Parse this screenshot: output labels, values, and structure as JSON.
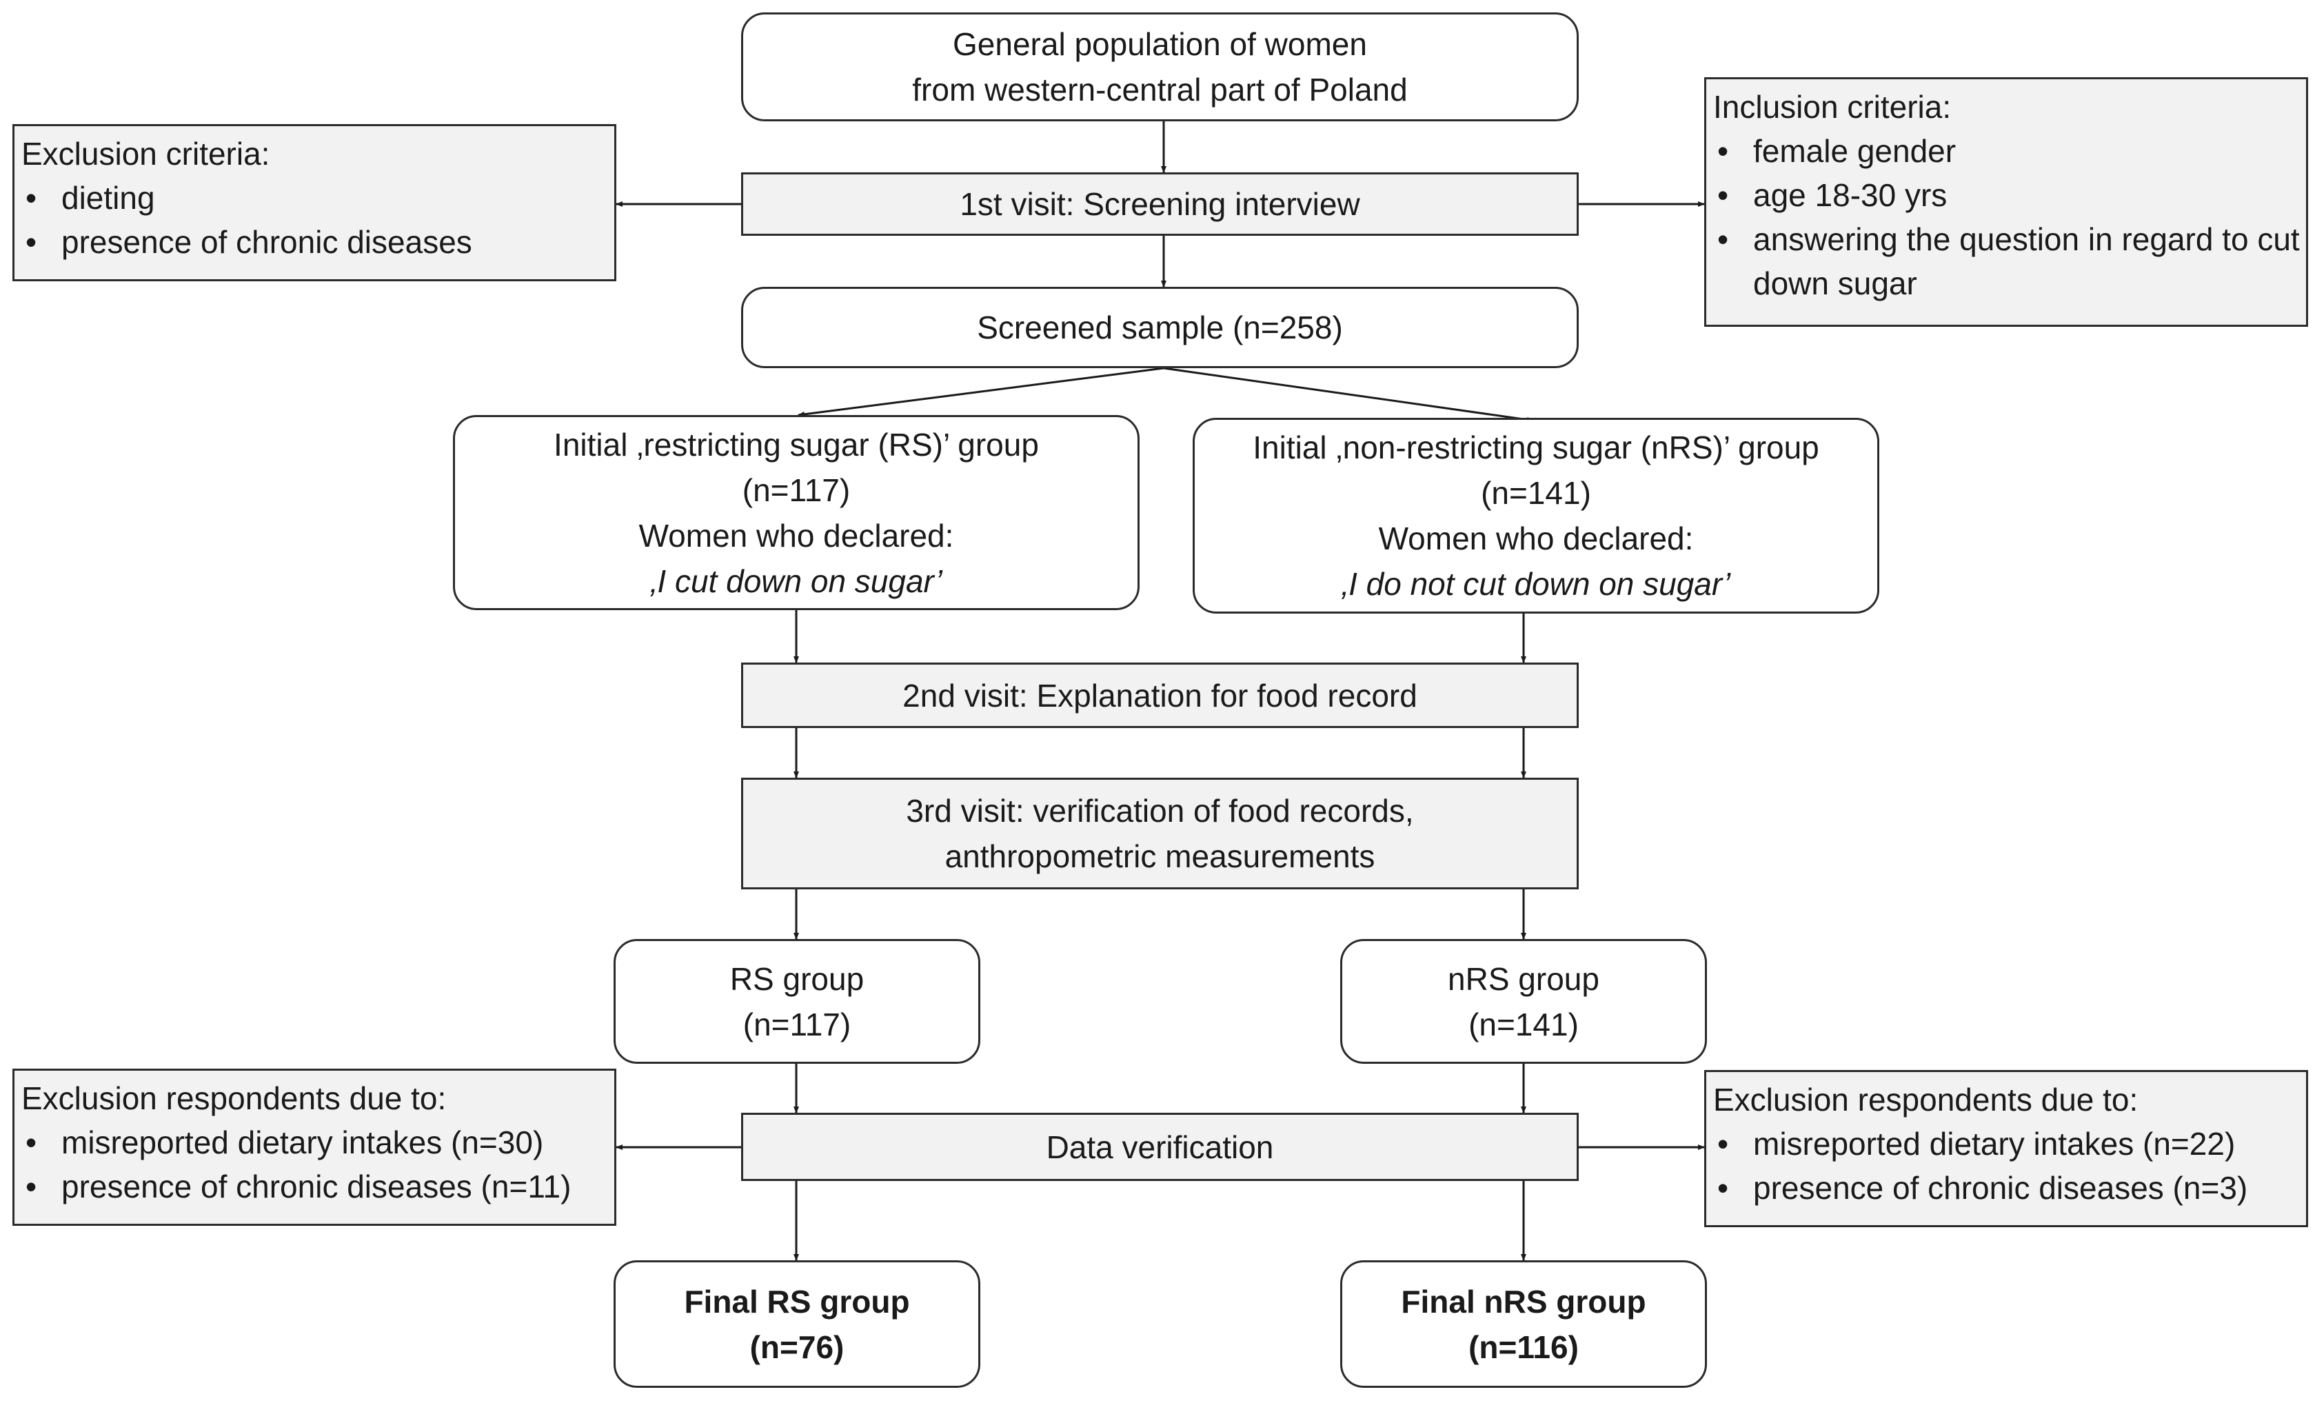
{
  "population": {
    "line1": "General population of women",
    "line2": "from western-central part of Poland"
  },
  "visit1": "1st visit: Screening interview",
  "exclusion_criteria": {
    "title": "Exclusion criteria:",
    "items": [
      "dieting",
      "presence of chronic diseases"
    ]
  },
  "inclusion_criteria": {
    "title": "Inclusion criteria:",
    "items": [
      "female gender",
      "age 18-30 yrs",
      "answering the question in regard to cut down sugar"
    ]
  },
  "screened": "Screened sample (n=258)",
  "rs_initial": {
    "line1": "Initial ‚restricting sugar (RS)’ group",
    "line2": "(n=117)",
    "line3": "Women who declared:",
    "quote": "‚I cut down on sugar’"
  },
  "nrs_initial": {
    "line1": "Initial ‚non-restricting sugar (nRS)’ group",
    "line2": "(n=141)",
    "line3": "Women who declared:",
    "quote": "‚I do not cut down on sugar’"
  },
  "visit2": "2nd visit: Explanation for food record",
  "visit3": {
    "line1": "3rd visit: verification of food records,",
    "line2": "anthropometric measurements"
  },
  "rs_group": {
    "line1": "RS group",
    "line2": "(n=117)"
  },
  "nrs_group": {
    "line1": "nRS group",
    "line2": "(n=141)"
  },
  "data_verification": "Data verification",
  "exclusion_left": {
    "title": "Exclusion respondents due to:",
    "items": [
      "misreported dietary intakes (n=30)",
      "presence of chronic diseases (n=11)"
    ]
  },
  "exclusion_right": {
    "title": "Exclusion respondents due to:",
    "items": [
      "misreported dietary intakes (n=22)",
      "presence of chronic diseases (n=3)"
    ]
  },
  "final_rs": {
    "line1": "Final RS group",
    "line2": "(n=76)"
  },
  "final_nrs": {
    "line1": "Final nRS group",
    "line2": "(n=116)"
  }
}
